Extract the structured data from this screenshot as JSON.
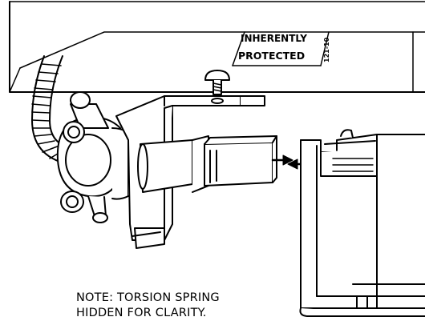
{
  "label_top": "INHERENTLY",
  "label_main": "PROTECTED",
  "label_side": "121-10",
  "note": {
    "line1": "NOTE: TORSION SPRING",
    "line2": "HIDDEN FOR CLARITY."
  },
  "colors": {
    "ink": "#000000",
    "paper": "#ffffff"
  }
}
